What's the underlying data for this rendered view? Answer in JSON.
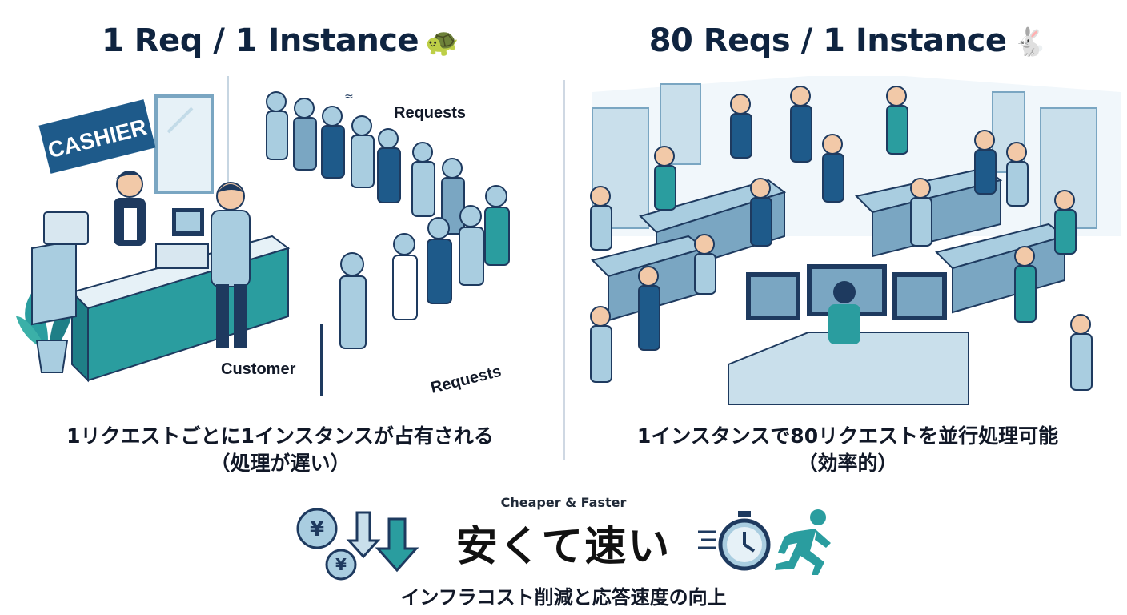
{
  "left": {
    "title": "1 Req / 1 Instance",
    "title_emoji": "🐢",
    "sign_text": "CASHIER",
    "label_requests_top": "Requests",
    "label_customer": "Customer",
    "label_requests_bottom": "Requests",
    "caption_line1": "1リクエストごとに1インスタンスが占有される",
    "caption_line2": "（処理が遅い）"
  },
  "right": {
    "title": "80 Reqs / 1 Instance",
    "title_emoji": "🐇",
    "caption_line1": "1インスタンスで80リクエストを並行処理可能",
    "caption_line2": "（効率的）"
  },
  "bottom": {
    "subtitle_en": "Cheaper & Faster",
    "headline_jp": "安くて速い",
    "subtitle_jp": "インフラコスト削減と応答速度の向上",
    "yen_symbol": "¥"
  },
  "icons": [
    "turtle-icon",
    "rabbit-icon",
    "yen-coin-icon",
    "down-arrow-icon",
    "stopwatch-icon",
    "running-person-icon"
  ],
  "colors": {
    "navy": "#1e3a5f",
    "teal": "#2a9d9f",
    "light_blue": "#a9cde0",
    "pale": "#e6f1f7"
  }
}
